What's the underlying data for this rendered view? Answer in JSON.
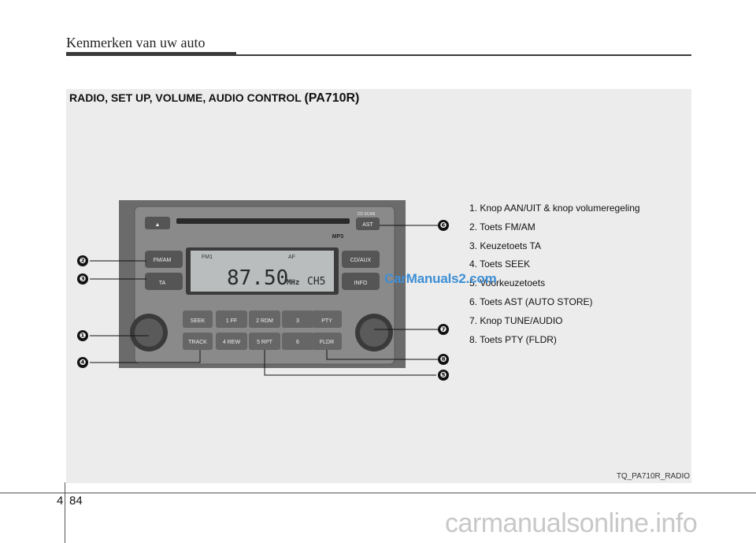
{
  "header": {
    "title": "Kenmerken van uw auto"
  },
  "section": {
    "title": "RADIO, SET UP, VOLUME, AUDIO  CONTROL",
    "model": "(PA710R)"
  },
  "radio": {
    "frequency": "87.50",
    "unit": "MHz",
    "channel": "CH5",
    "band": "FM1",
    "af": "AF",
    "buttons": {
      "eject": "▲",
      "cd_scan": "CD SCAN",
      "ast": "AST",
      "fm_am": "FM/AM",
      "ta": "TA",
      "cd_aux": "CD/AUX",
      "info": "INFO",
      "seek": "SEEK",
      "track": "TRACK",
      "preset1": "1  FF",
      "preset2": "2  RDM",
      "preset3": "3",
      "preset4": "4  REW",
      "preset5": "5  RPT",
      "preset6": "6",
      "pty": "PTY",
      "fldr": "FLDR"
    },
    "cd_logo": "MP3"
  },
  "markers": [
    "❶",
    "❷",
    "❸",
    "❹",
    "❺",
    "❻",
    "❼",
    "❽"
  ],
  "features": [
    "1. Knop AAN/UIT & knop volumeregeling",
    "2. Toets FM/AM",
    "3. Keuzetoets TA",
    "4. Toets SEEK",
    "5. Voorkeuzetoets",
    "6. Toets AST (AUTO STORE)",
    "7. Knop TUNE/AUDIO",
    "8. Toets PTY (FLDR)"
  ],
  "caption": "TQ_PA710R_RADIO",
  "footer": {
    "chapter": "4",
    "page": "84"
  },
  "watermark": "CarManuals2.com",
  "footer_watermark": "carmanualsonline.info"
}
